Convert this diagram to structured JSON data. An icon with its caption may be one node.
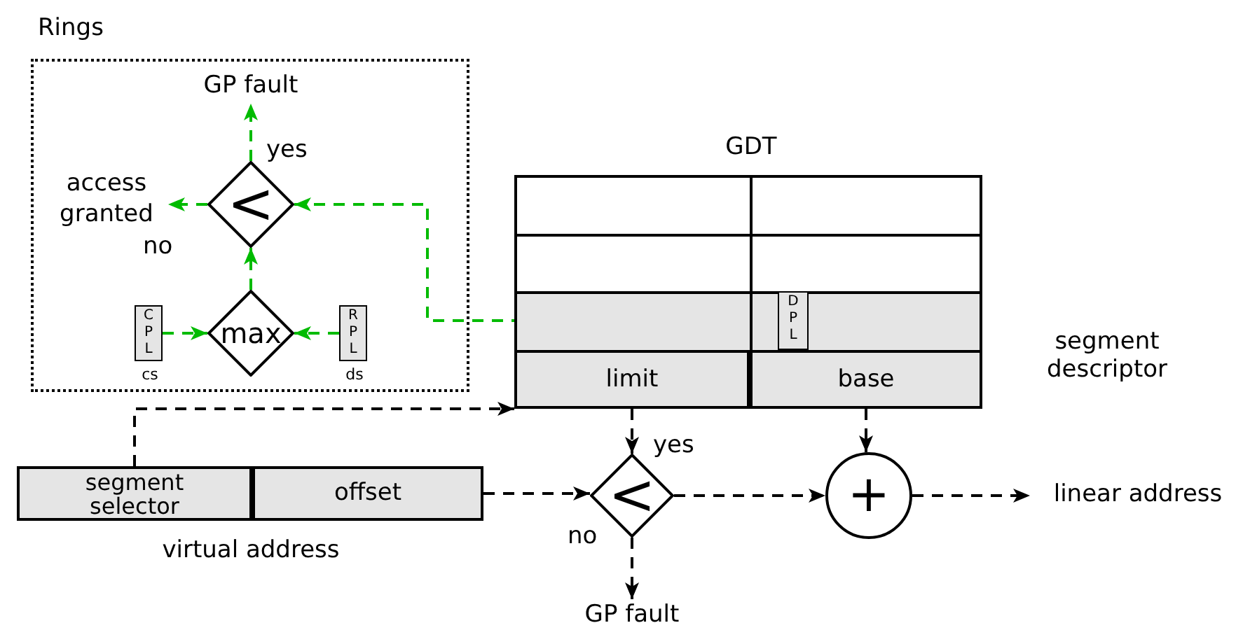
{
  "diagram": {
    "nodes": [
      {
        "text": [
          "Rings"
        ]
      },
      {
        "text": [
          "GP fault"
        ],
        "in": 0
      },
      {
        "text": [
          "<"
        ],
        "in": 0
      },
      {
        "text": [
          "access granted"
        ],
        "in": 0
      },
      {
        "text": [
          "max"
        ],
        "in": 0
      },
      {
        "text": [
          "CPL"
        ],
        "beside": [
          "cs"
        ],
        "in": 0
      },
      {
        "text": [
          "RPL"
        ],
        "beside": [
          "ds"
        ],
        "in": 0
      },
      {
        "text": [
          "GDT"
        ]
      },
      {
        "text": [
          "segment descriptor"
        ],
        "in": 7
      },
      {
        "text": [
          "DPL"
        ],
        "in": 8
      },
      {
        "text": [
          "limit"
        ],
        "in": 8
      },
      {
        "text": [
          "base"
        ],
        "in": 8
      },
      {
        "text": [
          "virtual address"
        ]
      },
      {
        "text": [
          "segment selector"
        ],
        "in": 12
      },
      {
        "text": [
          "offset"
        ],
        "in": 12
      },
      {
        "text": [
          "<"
        ]
      },
      {
        "text": [
          "+"
        ]
      },
      {
        "text": [
          "GP fault"
        ]
      },
      {
        "text": [
          "linear address"
        ]
      }
    ],
    "edges": [
      {
        "from": 2,
        "to": 1,
        "arrow": "to",
        "label": "yes",
        "style": "dashed",
        "color": "#00bb00"
      },
      {
        "from": 2,
        "to": 3,
        "arrow": "to",
        "label": "no",
        "style": "dashed",
        "color": "#00bb00"
      },
      {
        "from": 4,
        "to": 2,
        "arrow": "to",
        "style": "dashed",
        "color": "#00bb00"
      },
      {
        "from": 5,
        "to": 4,
        "arrow": "to",
        "style": "dashed",
        "color": "#00bb00"
      },
      {
        "from": 6,
        "to": 4,
        "arrow": "to",
        "style": "dashed",
        "color": "#00bb00"
      },
      {
        "from": 9,
        "to": 2,
        "arrow": "to",
        "style": "dashed",
        "color": "#00bb00"
      },
      {
        "from": 13,
        "to": 8,
        "arrow": "to",
        "style": "dashed"
      },
      {
        "from": 10,
        "to": 15,
        "arrow": "to",
        "style": "dashed"
      },
      {
        "from": 14,
        "to": 15,
        "arrow": "to",
        "style": "dashed"
      },
      {
        "from": 15,
        "to": 16,
        "arrow": "to",
        "label": "yes",
        "style": "dashed"
      },
      {
        "from": 15,
        "to": 17,
        "arrow": "to",
        "label": "no",
        "style": "dashed"
      },
      {
        "from": 11,
        "to": 16,
        "arrow": "to",
        "style": "dashed"
      },
      {
        "from": 16,
        "to": 18,
        "arrow": "to",
        "style": "dashed"
      }
    ]
  }
}
